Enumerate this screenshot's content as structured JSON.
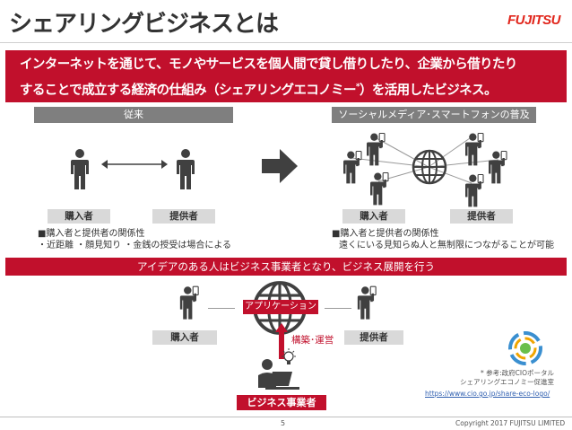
{
  "slide": {
    "title": "シェアリングビジネスとは",
    "logo_text": "FUJITSU",
    "banner_line1": "インターネットを通じて、モノやサービスを個人間で貸し借りしたり、企業から借りたり",
    "banner_line2a": "することで成立する経済の仕組み（シェアリングエコノミー",
    "banner_sup": "*",
    "banner_line2b": "）を活用したビジネス。",
    "left_header": "従来",
    "right_header": "ソーシャルメディア･スマートフォンの普及",
    "buyer_label": "購入者",
    "provider_label": "提供者",
    "left_note_line1": "■購入者と提供者の関係性",
    "left_note_line2": "・近距離 ・顔見知り ・金銭の授受は場合による",
    "right_note_line1": "■購入者と提供者の関係性",
    "right_note_line2": "遠くにいる見知らぬ人と無制限につながることが可能",
    "red_band": "アイデアのある人はビジネス事業者となり、ビジネス展開を行う",
    "app_label": "アプリケーション",
    "build_operate": "構築･運営",
    "business_operator": "ビジネス事業者",
    "ref_line1": "* 参考:政府CIOポータル",
    "ref_line2": "シェアリングエコノミー促進室",
    "ref_url": "https://www.cio.go.jp/share-eco-logo/",
    "page_number": "5",
    "copyright": "Copyright 2017 FUJITSU LIMITED"
  },
  "colors": {
    "accent_red": "#c1102c",
    "grey_bar": "#7f7f7f",
    "icon_dark": "#404040"
  },
  "icons": [
    "person-icon",
    "smartphone-person-icon",
    "globe-icon",
    "arrow-right-icon",
    "double-arrow-icon",
    "laptop-person-icon",
    "lightbulb-icon",
    "sharing-economy-logo"
  ]
}
